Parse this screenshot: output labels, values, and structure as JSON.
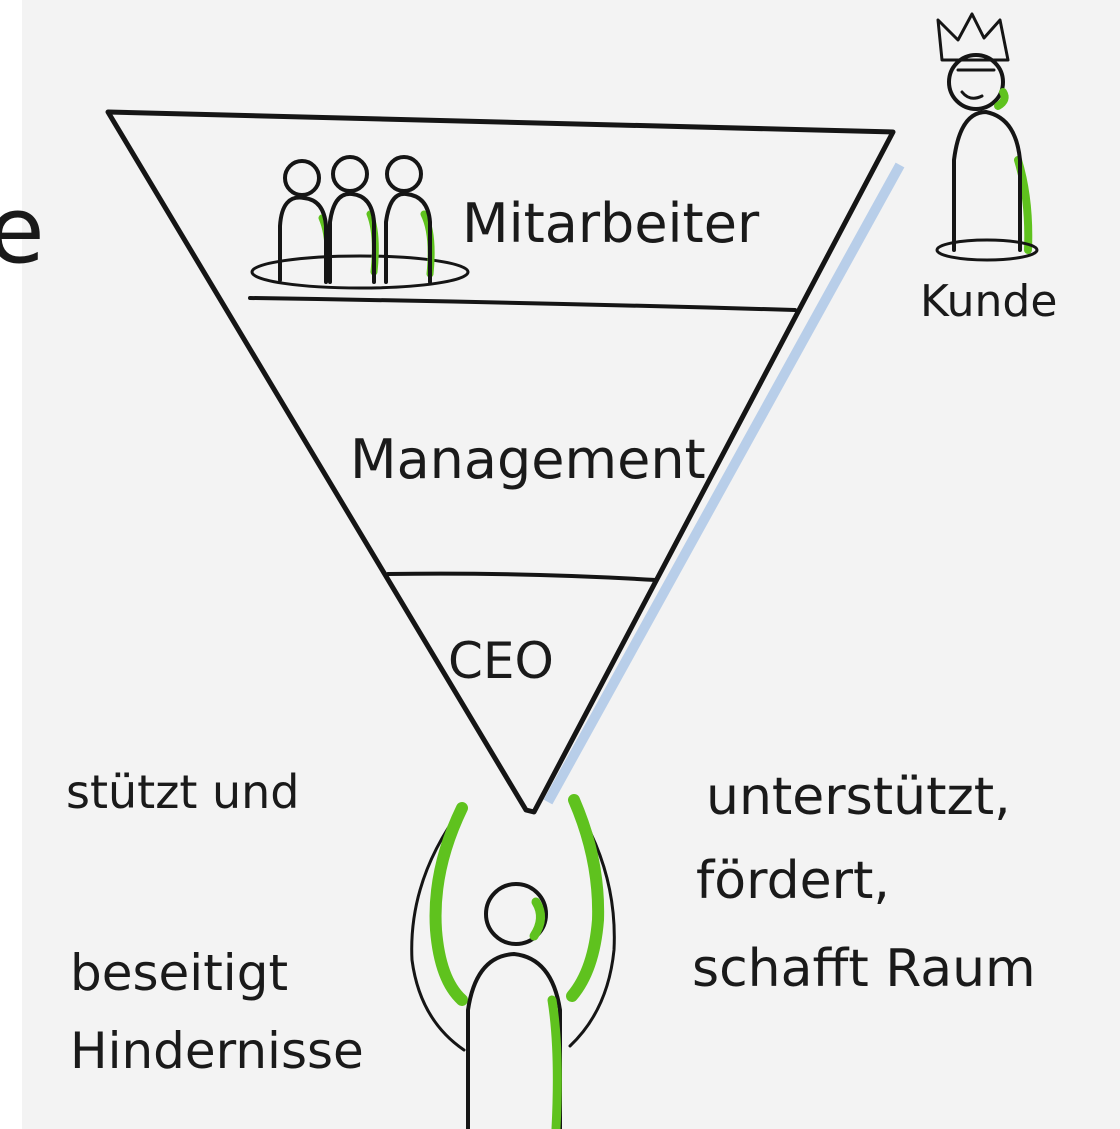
{
  "edge_fragment": "e",
  "pyramid": {
    "top_label": "Mitarbeiter",
    "middle_label": "Management",
    "bottom_label": "CEO"
  },
  "customer": {
    "label": "Kunde"
  },
  "annotations": {
    "left_top": "stützt und",
    "left_bottom": [
      "beseitigt",
      "Hindernisse"
    ],
    "right": [
      "unterstützt,",
      "fördert,",
      "schafft Raum"
    ]
  },
  "colors": {
    "accent": "#5fc21e",
    "ink": "#151515",
    "paper": "#f3f3f3",
    "shadow": "#a9c4e6"
  }
}
